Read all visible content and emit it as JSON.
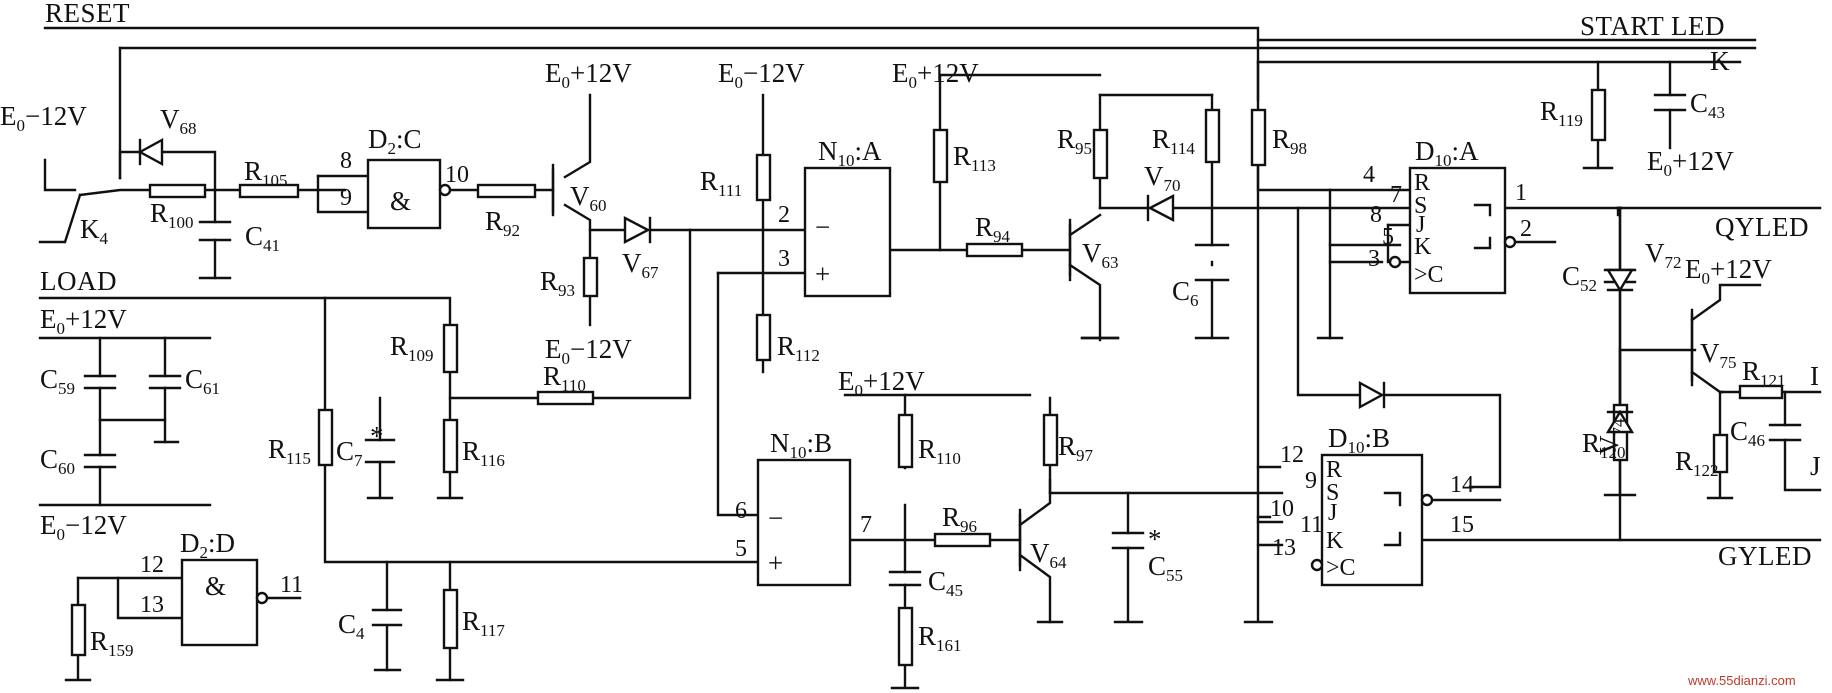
{
  "nets": {
    "reset": "RESET",
    "start_led": "START LED",
    "k": "K",
    "load": "LOAD",
    "qyled": "QYLED",
    "gyled": "GYLED",
    "i": "I",
    "j": "J"
  },
  "supplies": {
    "e0": "E",
    "e0_sub": "0",
    "plus12": "+12V",
    "minus12": "−12V"
  },
  "resistors": {
    "r100": "R",
    "r100_sub": "100",
    "r105": "R",
    "r105_sub": "105",
    "r92": "R",
    "r92_sub": "92",
    "r93": "R",
    "r93_sub": "93",
    "r111": "R",
    "r111_sub": "111",
    "r112": "R",
    "r112_sub": "112",
    "r113": "R",
    "r113_sub": "113",
    "r94": "R",
    "r94_sub": "94",
    "r95": "R",
    "r95_sub": "95",
    "r114": "R",
    "r114_sub": "114",
    "r98": "R",
    "r98_sub": "98",
    "r119": "R",
    "r119_sub": "119",
    "r109": "R",
    "r109_sub": "109",
    "r110a": "R",
    "r110a_sub": "110",
    "r110b": "R",
    "r110b_sub": "110",
    "r115": "R",
    "r115_sub": "115",
    "r116": "R",
    "r116_sub": "116",
    "r117": "R",
    "r117_sub": "117",
    "r96": "R",
    "r96_sub": "96",
    "r97": "R",
    "r97_sub": "97",
    "r161": "R",
    "r161_sub": "161",
    "r120": "R",
    "r120_sub": "120",
    "r121": "R",
    "r121_sub": "121",
    "r122": "R",
    "r122_sub": "122",
    "r159": "R",
    "r159_sub": "159"
  },
  "capacitors": {
    "c41": "C",
    "c41_sub": "41",
    "c43": "C",
    "c43_sub": "43",
    "c6": "C",
    "c6_sub": "6",
    "c59": "C",
    "c59_sub": "59",
    "c61": "C",
    "c61_sub": "61",
    "c60": "C",
    "c60_sub": "60",
    "c7": "C",
    "c7_sub": "7",
    "c4": "C",
    "c4_sub": "4",
    "c45": "C",
    "c45_sub": "45",
    "c55": "C",
    "c55_sub": "55",
    "c52": "C",
    "c52_sub": "52",
    "c46": "C",
    "c46_sub": "46",
    "star": "*"
  },
  "semis": {
    "v68": "V",
    "v68_sub": "68",
    "v60": "V",
    "v60_sub": "60",
    "v67": "V",
    "v67_sub": "67",
    "v63": "V",
    "v63_sub": "63",
    "v70": "V",
    "v70_sub": "70",
    "v64": "V",
    "v64_sub": "64",
    "v72": "V",
    "v72_sub": "72",
    "v75": "V",
    "v75_sub": "75",
    "v74": "V",
    "v74_sub": "74",
    "k4": "K",
    "k4_sub": "4"
  },
  "chips": {
    "d2c": "D",
    "d2c_sub": "2",
    "d2c_tail": ":C",
    "d2d": "D",
    "d2d_sub": "2",
    "d2d_tail": ":D",
    "n10a": "N",
    "n10a_sub": "10",
    "n10a_tail": ":A",
    "n10b": "N",
    "n10b_sub": "10",
    "n10b_tail": ":B",
    "d10a": "D",
    "d10a_sub": "10",
    "d10a_tail": ":A",
    "d10b": "D",
    "d10b_sub": "10",
    "d10b_tail": ":B",
    "and_sym": "&",
    "minus": "−",
    "plus": "+",
    "ff_r": "R",
    "ff_s": "S",
    "ff_j": "J",
    "ff_k": "K",
    "ff_c": ">C"
  },
  "pins": {
    "p8": "8",
    "p9": "9",
    "p10": "10",
    "p12": "12",
    "p13": "13",
    "p11": "11",
    "a2": "2",
    "a3": "3",
    "b6": "6",
    "b5": "5",
    "b7": "7",
    "fa4": "4",
    "fa7": "7",
    "fa8": "8",
    "fa5": "5",
    "fa3": "3",
    "fa1": "1",
    "fa2": "2",
    "fb12": "12",
    "fb9": "9",
    "fb10": "10",
    "fb11": "11",
    "fb13": "13",
    "fb14": "14",
    "fb15": "15"
  },
  "watermark": "www.55dianzi.com"
}
